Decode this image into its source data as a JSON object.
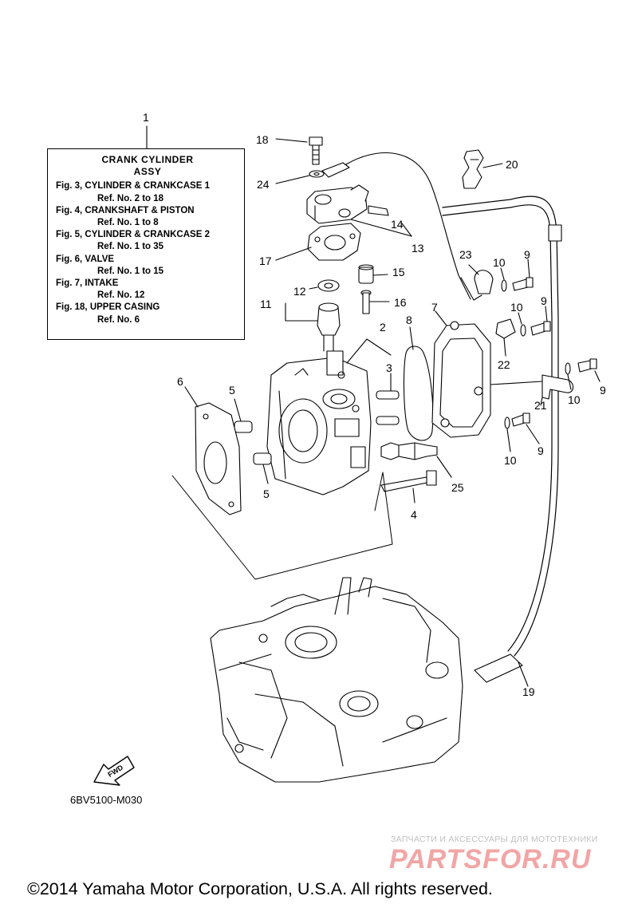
{
  "legend": {
    "title": "CRANK CYLINDER",
    "subtitle": "ASSY",
    "entries": [
      {
        "fig": "Fig. 3, CYLINDER & CRANKCASE 1",
        "ref": "Ref. No. 2 to 18"
      },
      {
        "fig": "Fig. 4, CRANKSHAFT & PISTON",
        "ref": "Ref. No. 1 to 8"
      },
      {
        "fig": "Fig. 5, CYLINDER & CRANKCASE 2",
        "ref": "Ref. No. 1 to 35"
      },
      {
        "fig": "Fig. 6, VALVE",
        "ref": "Ref. No. 1 to 15"
      },
      {
        "fig": "Fig. 7, INTAKE",
        "ref": "Ref. No. 12"
      },
      {
        "fig": "Fig. 18, UPPER CASING",
        "ref": "Ref. No. 6"
      }
    ]
  },
  "callouts": {
    "c1": "1",
    "c2": "2",
    "c3": "3",
    "c4": "4",
    "c5a": "5",
    "c5b": "5",
    "c6": "6",
    "c7": "7",
    "c8": "8",
    "c9a": "9",
    "c9b": "9",
    "c9c": "9",
    "c9d": "9",
    "c10a": "10",
    "c10b": "10",
    "c10c": "10",
    "c10d": "10",
    "c11": "11",
    "c12": "12",
    "c13": "13",
    "c14": "14",
    "c15": "15",
    "c16": "16",
    "c17": "17",
    "c18": "18",
    "c19": "19",
    "c20": "20",
    "c21": "21",
    "c22": "22",
    "c23": "23",
    "c24": "24",
    "c25": "25"
  },
  "fwd_label": "FWD",
  "diagram_code": "6BV5100-M030",
  "watermark": {
    "tagline": "ЗАПЧАСТИ И АКСЕССУАРЫ ДЛЯ МОТОТЕХНИКИ",
    "brand": "PARTSFOR.RU"
  },
  "copyright": "©2014 Yamaha Motor Corporation, U.S.A. All rights reserved."
}
